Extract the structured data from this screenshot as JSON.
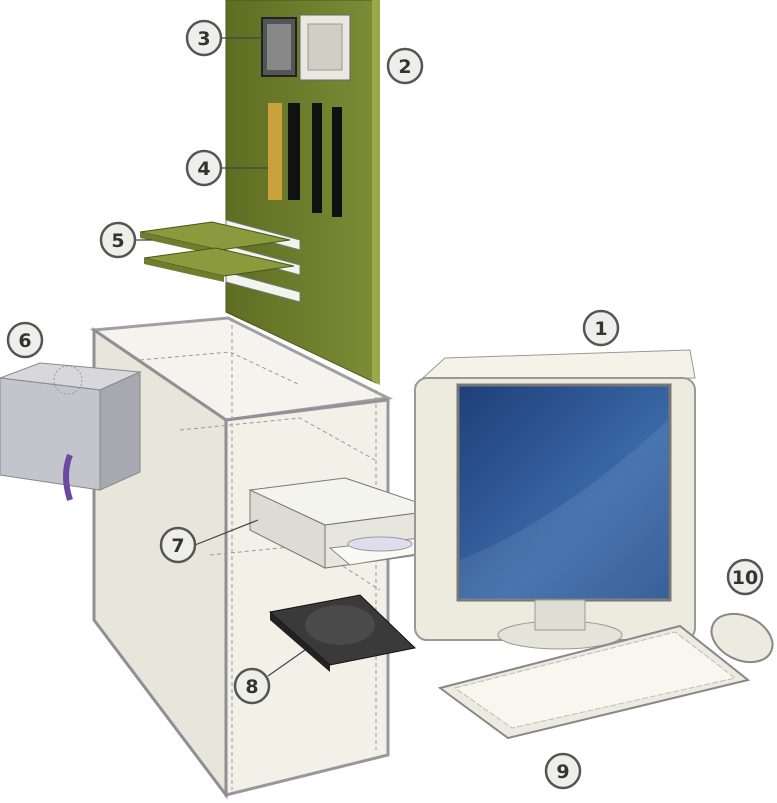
{
  "callouts": [
    {
      "id": "monitor",
      "number": "1"
    },
    {
      "id": "motherboard",
      "number": "2"
    },
    {
      "id": "cpu",
      "number": "3"
    },
    {
      "id": "ram",
      "number": "4"
    },
    {
      "id": "expansion-cards",
      "number": "5"
    },
    {
      "id": "power-supply",
      "number": "6"
    },
    {
      "id": "optical-drive",
      "number": "7"
    },
    {
      "id": "hard-drive",
      "number": "8"
    },
    {
      "id": "keyboard",
      "number": "9"
    },
    {
      "id": "mouse",
      "number": "10"
    }
  ],
  "colors": {
    "motherboard": "#6f7d2c",
    "case": "#ece9df",
    "screen": "#2f5c9c",
    "hdd": "#3a3a3a",
    "callout_fill": "#eeeeea",
    "callout_stroke": "#555555"
  }
}
